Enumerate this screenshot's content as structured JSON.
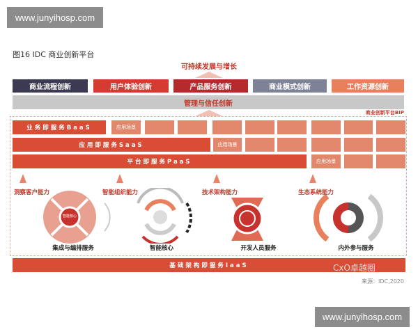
{
  "watermark": "www.junyihosp.com",
  "title": "图16 IDC 商业创新平台",
  "top_goal": "可持续发展与增长",
  "innovations": [
    {
      "label": "商业流程创新",
      "color": "#3b3a52"
    },
    {
      "label": "用户体验创新",
      "color": "#d63b32"
    },
    {
      "label": "产品服务创新",
      "color": "#b52a2c"
    },
    {
      "label": "商业模式创新",
      "color": "#7d8296"
    },
    {
      "label": "工作资源创新",
      "color": "#e8805e"
    }
  ],
  "management": "管理与信任创新",
  "platform_label": "商业创新平台BIP",
  "layers": {
    "baas": "业务即服务BaaS",
    "saas": "应用即服务SaaS",
    "paas": "平台即服务PaaS",
    "iaas": "基础架构即服务IaaS"
  },
  "scenario": "应用场景",
  "capabilities": [
    "洞察客户能力",
    "智能组织能力",
    "技术架构能力",
    "生态系统能力"
  ],
  "services": [
    "集成与编排服务",
    "智能核心",
    "开发人员服务",
    "内外参与服务"
  ],
  "core_label": "智能核心",
  "brand": "CxO卓越圈",
  "source": "来源：IDC,2020"
}
